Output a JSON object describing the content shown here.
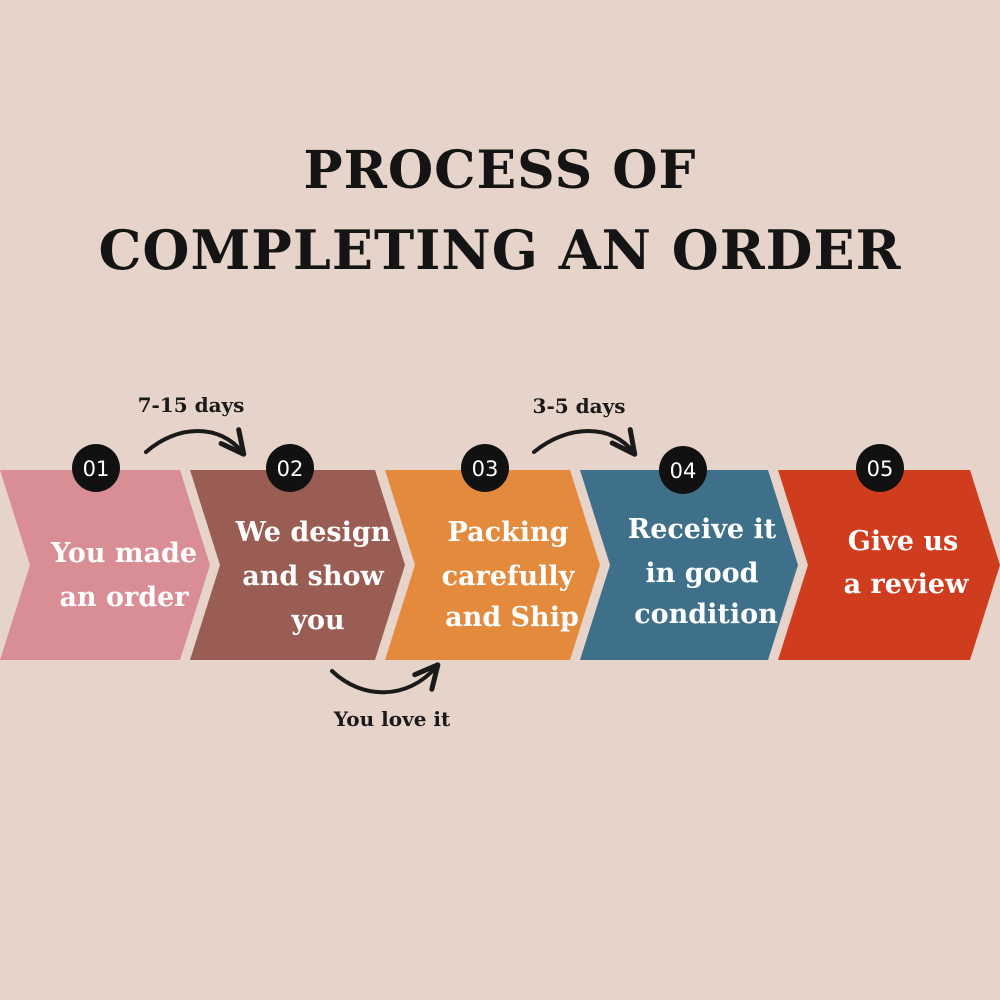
{
  "title": {
    "line1": "PROCESS OF",
    "line2": "COMPLETING AN ORDER"
  },
  "steps": [
    {
      "number": "01",
      "lines": [
        "You made",
        "an order"
      ],
      "color": "#d98d94"
    },
    {
      "number": "02",
      "lines": [
        "We design",
        "and show",
        "you"
      ],
      "color": "#9a5d53"
    },
    {
      "number": "03",
      "lines": [
        "Packing",
        "carefully",
        "and Ship"
      ],
      "color": "#e38a3d"
    },
    {
      "number": "04",
      "lines": [
        "Receive it",
        "in good",
        "condition"
      ],
      "color": "#3f7089"
    },
    {
      "number": "05",
      "lines": [
        "Give us",
        "a review"
      ],
      "color": "#d03d1e"
    }
  ],
  "annotations": [
    {
      "text": "7-15 days"
    },
    {
      "text": "3-5 days"
    },
    {
      "text": "You love it"
    }
  ],
  "colors": {
    "background": "#e6d3c9",
    "badge": "#111111",
    "ink": "#1a1a1a"
  }
}
